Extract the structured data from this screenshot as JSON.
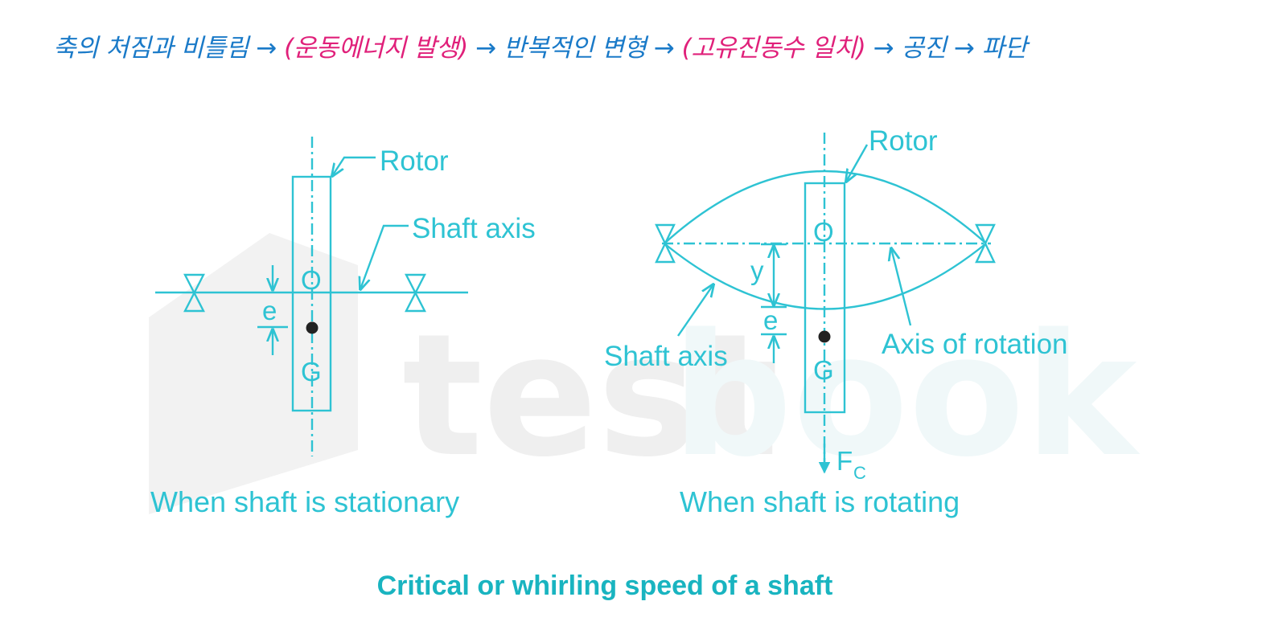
{
  "headline": {
    "parts": [
      {
        "text": "축의 처짐과 비틀림 → ",
        "color": "blue"
      },
      {
        "text": "(운동에너지 발생)",
        "color": "pink"
      },
      {
        "text": " → 반복적인 변형 → ",
        "color": "blue"
      },
      {
        "text": "(고유진동수 일치)",
        "color": "pink"
      },
      {
        "text": " → 공진 → 파단",
        "color": "blue"
      }
    ],
    "colors": {
      "blue": "#1a7ac8",
      "pink": "#e0207a"
    }
  },
  "watermark": {
    "text_left": "test",
    "text_right": "book"
  },
  "stationary": {
    "rotor_label": "Rotor",
    "shaft_axis_label": "Shaft axis",
    "center_label": "O",
    "gravity_label": "G",
    "eccentricity_label": "e",
    "caption": "When shaft is stationary"
  },
  "rotating": {
    "rotor_label": "Rotor",
    "center_label": "O",
    "gravity_label": "G",
    "deflection_label": "y",
    "eccentricity_label": "e",
    "shaft_axis_label": "Shaft axis",
    "rotation_axis_label": "Axis of rotation",
    "force_label": "F",
    "force_subscript": "C",
    "caption": "When shaft is rotating"
  },
  "figure_title": "Critical or whirling speed of a shaft",
  "colors": {
    "line": "#2ec3d3",
    "dot": "#222222",
    "title": "#19b4c0"
  }
}
